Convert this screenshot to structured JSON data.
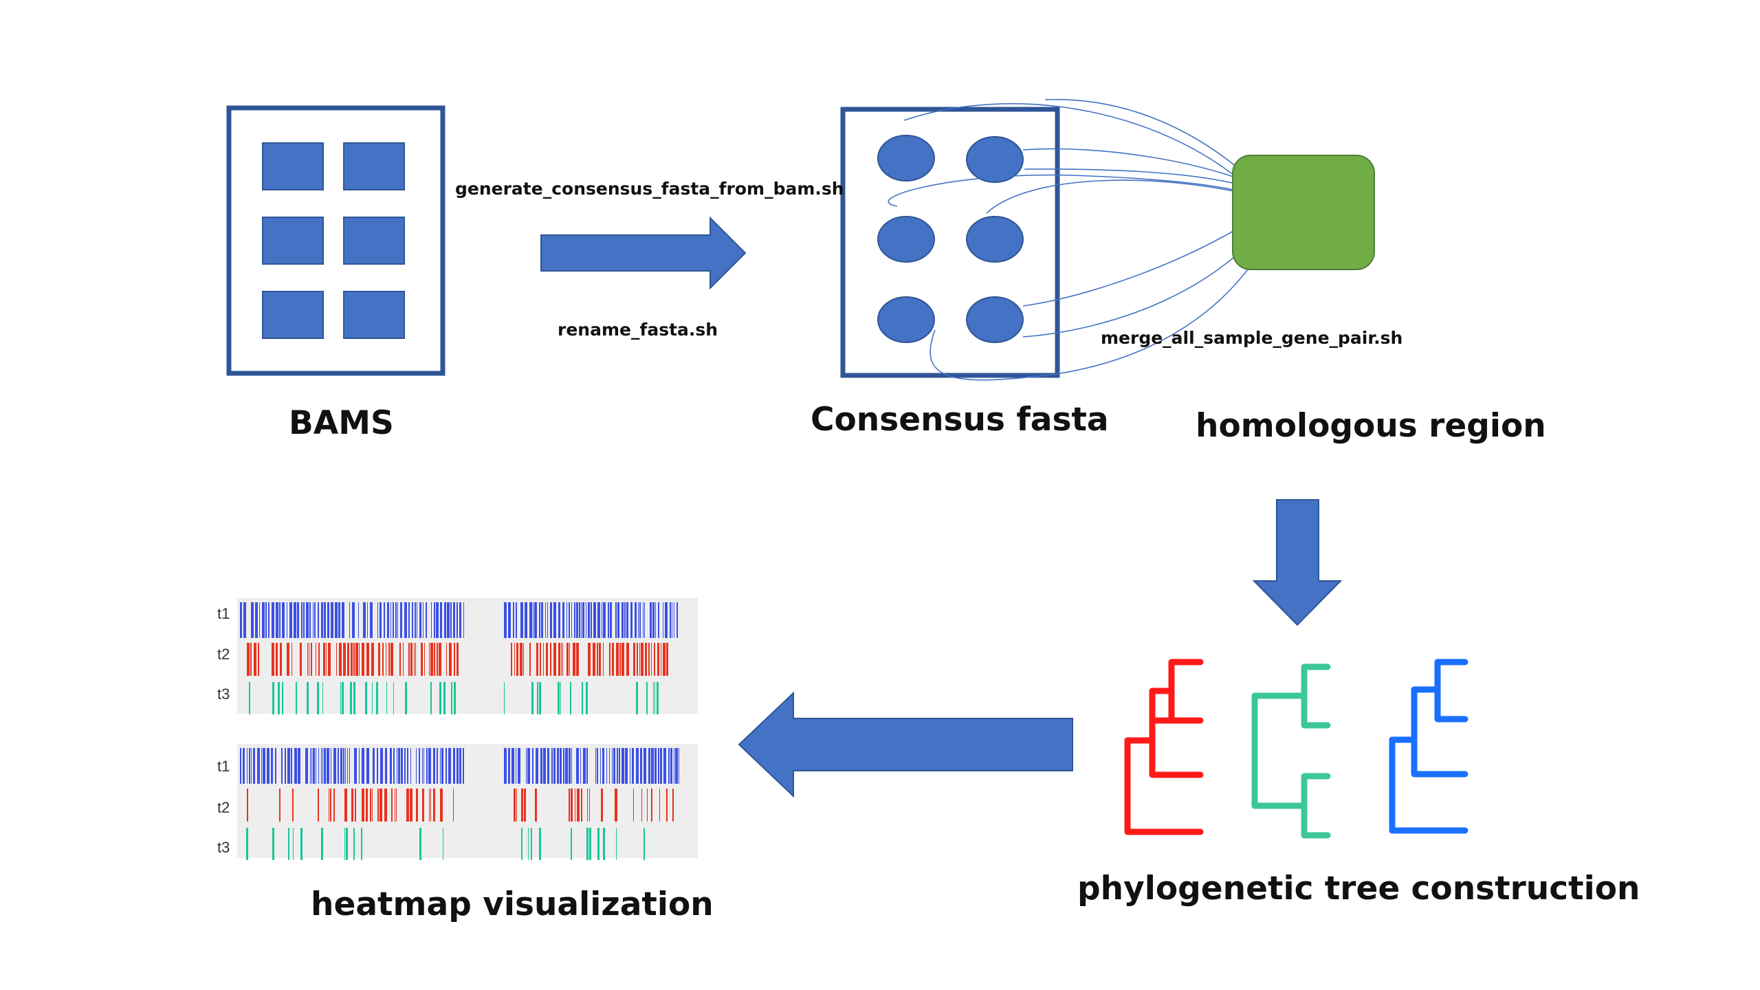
{
  "labels": {
    "bams": "BAMS",
    "consensus": "Consensus fasta",
    "homologous": "homologous region",
    "phylo": "phylogenetic tree construction",
    "heatmap": "heatmap visualization"
  },
  "scripts": {
    "generate": "generate_consensus_fasta_from_bam.sh",
    "rename": "rename_fasta.sh",
    "merge": "merge_all_sample_gene_pair.sh"
  },
  "heatmap_tracks": [
    "t1",
    "t2",
    "t3"
  ],
  "colors": {
    "box_blue": "#4472c4",
    "frame": "#2f5597",
    "green_box": "#70ad47",
    "track_blue": "#3b4fe6",
    "track_red": "#e8321e",
    "track_teal": "#16c79a",
    "tree_red": "#ff1a1a",
    "tree_teal": "#3cc896",
    "tree_blue": "#1a6fff",
    "panel_bg": "#eeeeee"
  }
}
